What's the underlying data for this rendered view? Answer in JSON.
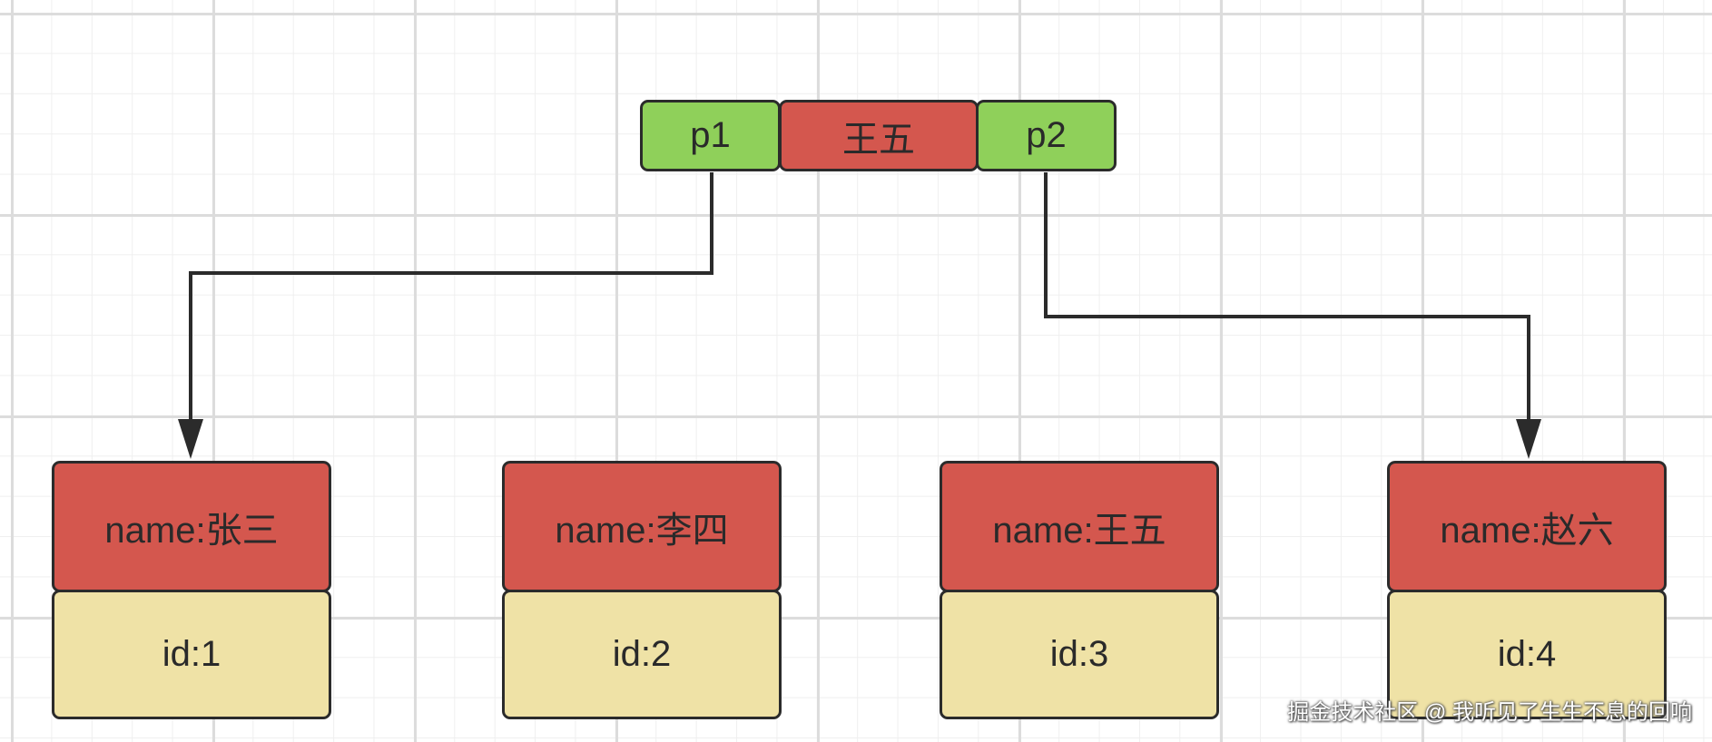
{
  "top_node": {
    "left_pointer": "p1",
    "value": "王五",
    "right_pointer": "p2"
  },
  "records": [
    {
      "name": "name:张三",
      "id": "id:1"
    },
    {
      "name": "name:李四",
      "id": "id:2"
    },
    {
      "name": "name:王五",
      "id": "id:3"
    },
    {
      "name": "name:赵六",
      "id": "id:4"
    }
  ],
  "edges": [
    {
      "from": "p1",
      "to": "record-1"
    },
    {
      "from": "p2",
      "to": "record-4"
    }
  ],
  "colors": {
    "pointer_cell": "#8fd05a",
    "value_cell": "#d4574e",
    "name_cell": "#d4574e",
    "id_cell": "#efe2a6",
    "border": "#2b2b2b"
  },
  "watermark": "掘金技术社区 @ 我听见了生生不息的回响"
}
